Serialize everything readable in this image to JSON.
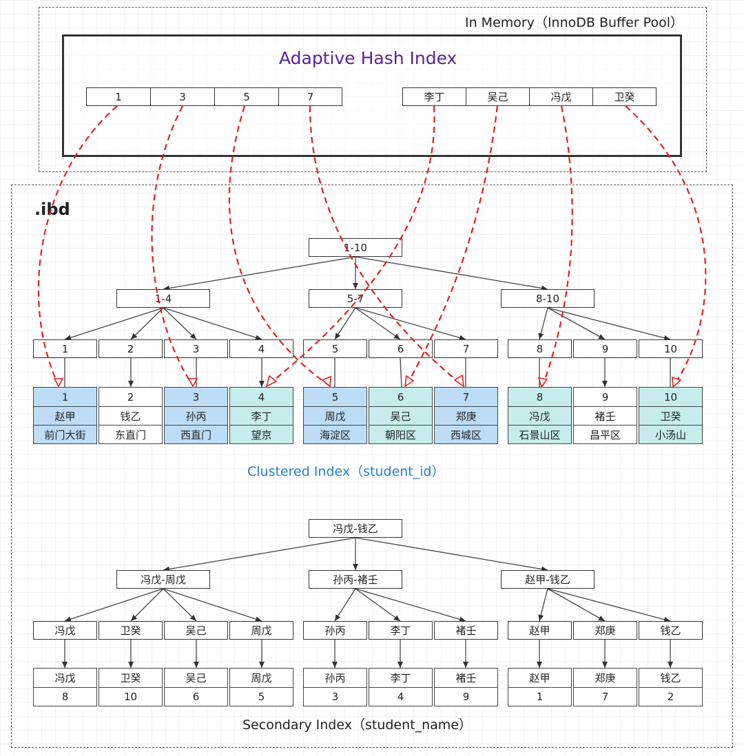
{
  "memory": {
    "title": "In Memory（InnoDB Buffer Pool）"
  },
  "ahi": {
    "title": "Adaptive Hash Index",
    "id_keys": [
      "1",
      "3",
      "5",
      "7"
    ],
    "name_keys": [
      "李丁",
      "吴己",
      "冯戊",
      "卫癸"
    ]
  },
  "ibd": {
    "title": ".ibd"
  },
  "clustered": {
    "label": "Clustered Index（student_id）",
    "root": "1-10",
    "internal": [
      "1-4",
      "5-7",
      "8-10"
    ],
    "keys": [
      "1",
      "2",
      "3",
      "4",
      "5",
      "6",
      "7",
      "8",
      "9",
      "10"
    ],
    "leaves": [
      {
        "id": "1",
        "name": "赵甲",
        "addr": "前门大街",
        "color": "#bddcf6"
      },
      {
        "id": "2",
        "name": "钱乙",
        "addr": "东直门",
        "color": "#ffffff"
      },
      {
        "id": "3",
        "name": "孙丙",
        "addr": "西直门",
        "color": "#bddcf6"
      },
      {
        "id": "4",
        "name": "李丁",
        "addr": "望京",
        "color": "#c6ecec"
      },
      {
        "id": "5",
        "name": "周戊",
        "addr": "海淀区",
        "color": "#bddcf6"
      },
      {
        "id": "6",
        "name": "吴己",
        "addr": "朝阳区",
        "color": "#c6ecec"
      },
      {
        "id": "7",
        "name": "郑庚",
        "addr": "西城区",
        "color": "#bddcf6"
      },
      {
        "id": "8",
        "name": "冯戊",
        "addr": "石景山区",
        "color": "#c6ecec"
      },
      {
        "id": "9",
        "name": "褚壬",
        "addr": "昌平区",
        "color": "#ffffff"
      },
      {
        "id": "10",
        "name": "卫癸",
        "addr": "小汤山",
        "color": "#c6ecec"
      }
    ]
  },
  "secondary": {
    "label": "Secondary Index（student_name）",
    "root": "冯戊-钱乙",
    "internal": [
      "冯戊-周戊",
      "孙丙-褚壬",
      "赵甲-钱乙"
    ],
    "keys": [
      "冯戊",
      "卫癸",
      "吴己",
      "周戊",
      "孙丙",
      "李丁",
      "褚壬",
      "赵甲",
      "郑庚",
      "钱乙"
    ],
    "leaves": [
      {
        "name": "冯戊",
        "id": "8"
      },
      {
        "name": "卫癸",
        "id": "10"
      },
      {
        "name": "吴己",
        "id": "6"
      },
      {
        "name": "周戊",
        "id": "5"
      },
      {
        "name": "孙丙",
        "id": "3"
      },
      {
        "name": "李丁",
        "id": "4"
      },
      {
        "name": "褚壬",
        "id": "9"
      },
      {
        "name": "赵甲",
        "id": "1"
      },
      {
        "name": "郑庚",
        "id": "7"
      },
      {
        "name": "钱乙",
        "id": "2"
      }
    ]
  },
  "colors": {
    "hash_arrow": "#e02020",
    "ahi_title": "#5b1f9a",
    "clustered_label": "#2a7fcf"
  }
}
